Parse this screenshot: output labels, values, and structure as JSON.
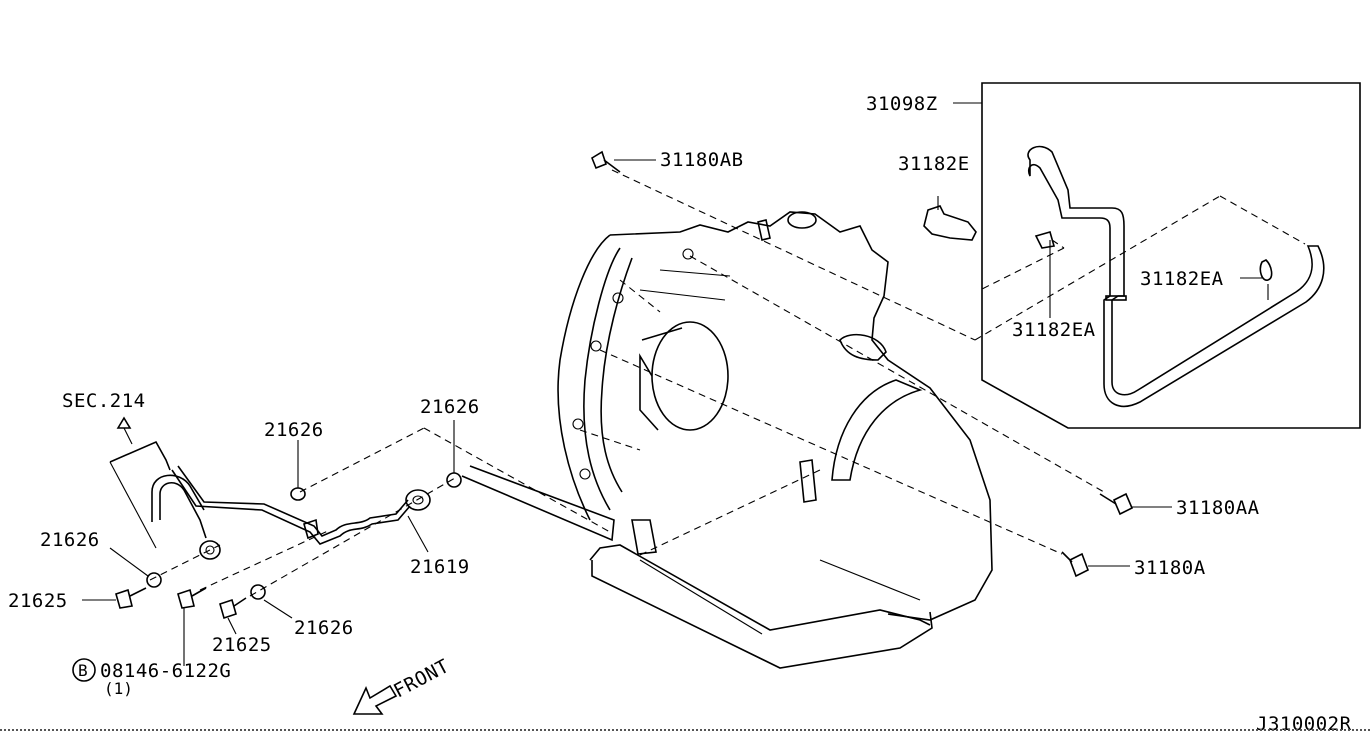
{
  "diagram": {
    "reference_code": "J310002R",
    "section_ref": "SEC.214",
    "front_label": "FRONT",
    "bolt_circle_letter": "B",
    "bolt_quantity": "(1)",
    "parts": {
      "p31098Z": "31098Z",
      "p31182E": "31182E",
      "p31182EA_a": "31182EA",
      "p31182EA_b": "31182EA",
      "p31180AB": "31180AB",
      "p31180AA": "31180AA",
      "p31180A": "31180A",
      "p21626_a": "21626",
      "p21626_b": "21626",
      "p21626_c": "21626",
      "p21626_d": "21626",
      "p21619": "21619",
      "p21625_a": "21625",
      "p21625_b": "21625",
      "p08146": "08146-6122G"
    }
  }
}
